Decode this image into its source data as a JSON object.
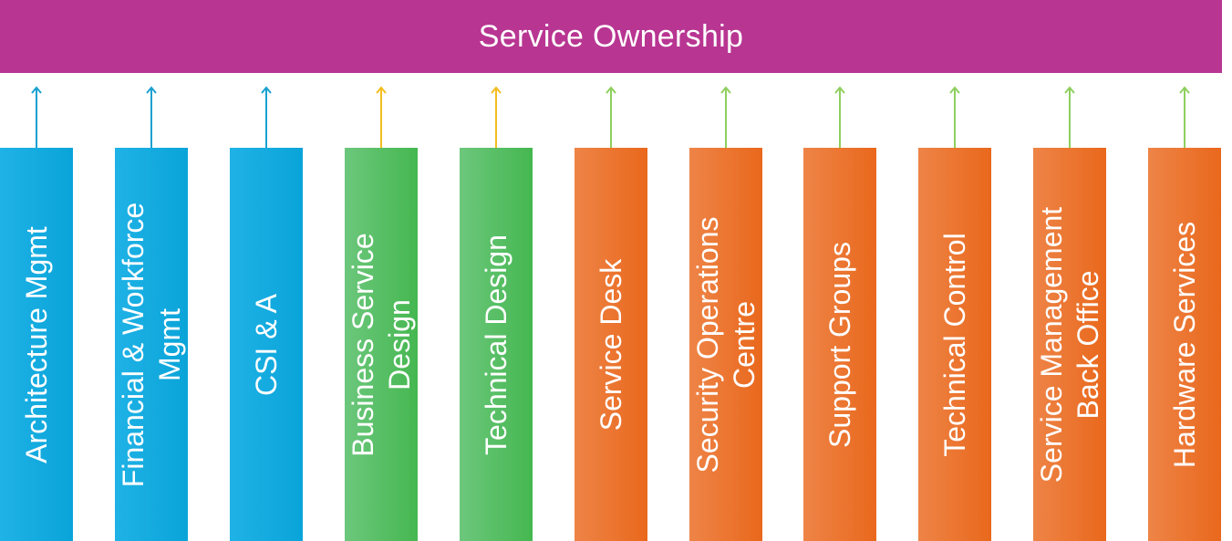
{
  "banner": {
    "title": "Service Ownership",
    "color": "#b83592"
  },
  "colors": {
    "blue": "#0aa4d9",
    "green": "#45b750",
    "orange": "#e9681c",
    "arrow_blue": "#1aa0d0",
    "arrow_yellow": "#f2bd1f",
    "arrow_green": "#8ecf5e"
  },
  "columns": [
    {
      "lines": [
        "Architecture Mgmt"
      ],
      "color": "blue",
      "arrow": "arrow_blue"
    },
    {
      "lines": [
        "Financial & Workforce",
        "Mgmt"
      ],
      "color": "blue",
      "arrow": "arrow_blue"
    },
    {
      "lines": [
        "CSI & A"
      ],
      "color": "blue",
      "arrow": "arrow_blue"
    },
    {
      "lines": [
        "Business Service",
        "Design"
      ],
      "color": "green",
      "arrow": "arrow_yellow"
    },
    {
      "lines": [
        "Technical Design"
      ],
      "color": "green",
      "arrow": "arrow_yellow"
    },
    {
      "lines": [
        "Service Desk"
      ],
      "color": "orange",
      "arrow": "arrow_green"
    },
    {
      "lines": [
        "Security Operations",
        "Centre"
      ],
      "color": "orange",
      "arrow": "arrow_green"
    },
    {
      "lines": [
        "Support Groups"
      ],
      "color": "orange",
      "arrow": "arrow_green"
    },
    {
      "lines": [
        "Technical Control"
      ],
      "color": "orange",
      "arrow": "arrow_green"
    },
    {
      "lines": [
        "Service Management",
        "Back Office"
      ],
      "color": "orange",
      "arrow": "arrow_green"
    },
    {
      "lines": [
        "Hardware Services"
      ],
      "color": "orange",
      "arrow": "arrow_green"
    }
  ]
}
